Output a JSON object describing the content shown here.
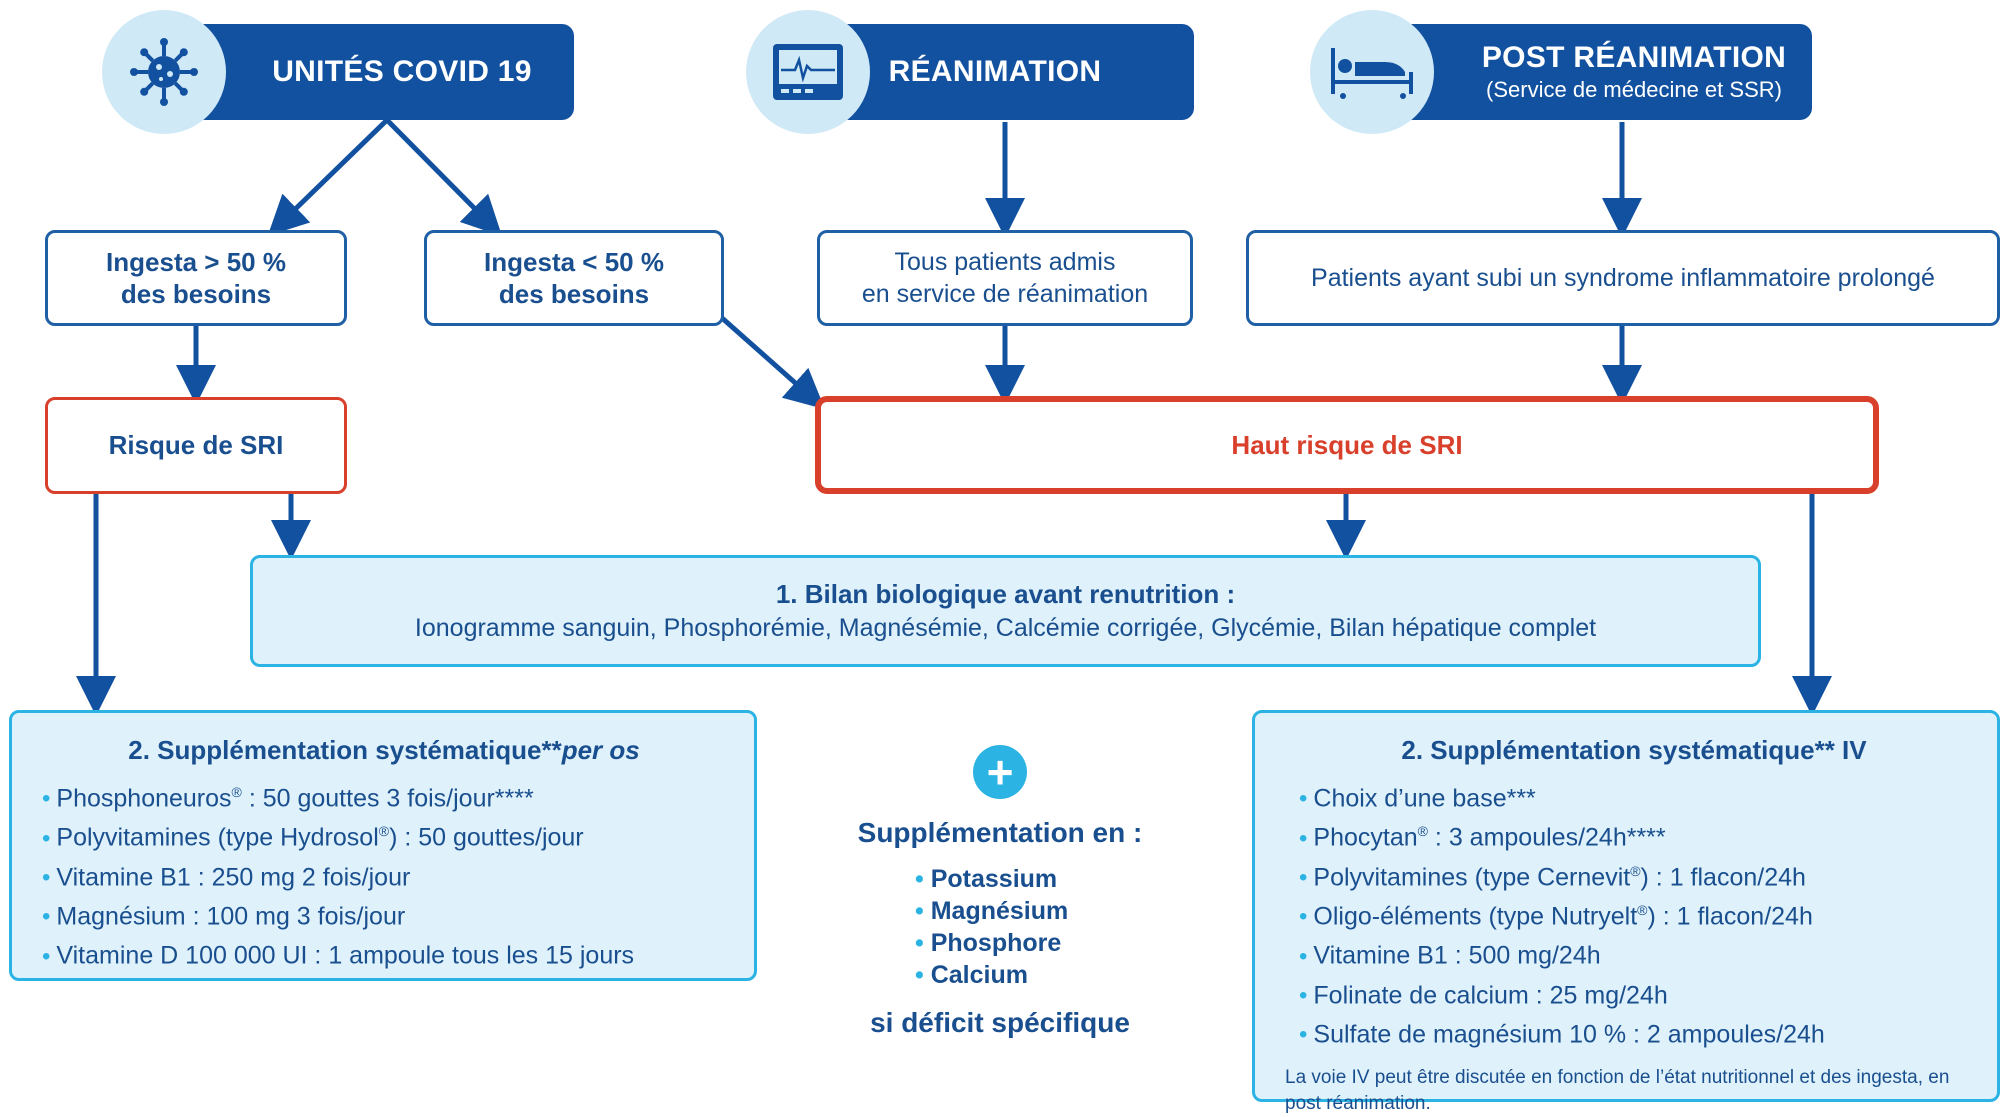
{
  "headers": {
    "covid": {
      "title": "UNITÉS COVID 19"
    },
    "rea": {
      "title": "RÉANIMATION"
    },
    "post": {
      "title": "POST RÉANIMATION",
      "subtitle": "(Service de médecine et SSR)"
    }
  },
  "boxes": {
    "ingesta_gt_l1": "Ingesta > 50 %",
    "ingesta_gt_l2": "des besoins",
    "ingesta_lt_l1": "Ingesta < 50 %",
    "ingesta_lt_l2": "des besoins",
    "rea_l1": "Tous patients admis",
    "rea_l2": "en service de réanimation",
    "post": "Patients ayant subi un syndrome inflammatoire prolongé"
  },
  "risk": {
    "risque": "Risque de SRI",
    "haut": "Haut risque de SRI"
  },
  "bilan": {
    "title": "1. Bilan biologique avant renutrition :",
    "text": "Ionogramme sanguin, Phosphorémie, Magnésémie, Calcémie corrigée, Glycémie, Bilan hépatique complet"
  },
  "left_panel": {
    "title": "2. Supplémentation systématique**",
    "title_em": "per os",
    "items": [
      {
        "pre": "Phosphoneuros",
        "reg": "®",
        "post": " : 50 gouttes 3 fois/jour****"
      },
      {
        "pre": "Polyvitamines (type Hydrosol",
        "reg": "®",
        "post": ") : 50 gouttes/jour"
      },
      {
        "pre": "Vitamine B1 : 250 mg 2 fois/jour",
        "reg": "",
        "post": ""
      },
      {
        "pre": "Magnésium : 100 mg 3 fois/jour",
        "reg": "",
        "post": ""
      },
      {
        "pre": "Vitamine D 100 000 UI : 1 ampoule tous les 15 jours",
        "reg": "",
        "post": ""
      }
    ]
  },
  "center": {
    "plus": "+",
    "title": "Supplémentation en :",
    "items": [
      "Potassium",
      "Magnésium",
      "Phosphore",
      "Calcium"
    ],
    "footer": "si déficit spécifique"
  },
  "right_panel": {
    "title": "2. Supplémentation systématique** IV",
    "items": [
      {
        "pre": "Choix d’une base***",
        "reg": "",
        "post": ""
      },
      {
        "pre": "Phocytan",
        "reg": "®",
        "post": " : 3 ampoules/24h****"
      },
      {
        "pre": "Polyvitamines (type Cernevit",
        "reg": "®",
        "post": ") : 1 flacon/24h"
      },
      {
        "pre": "Oligo-éléments (type Nutryelt",
        "reg": "®",
        "post": ") : 1 flacon/24h"
      },
      {
        "pre": "Vitamine B1 : 500 mg/24h",
        "reg": "",
        "post": ""
      },
      {
        "pre": "Folinate de calcium : 25 mg/24h",
        "reg": "",
        "post": ""
      },
      {
        "pre": "Sulfate de magnésium 10 % : 2 ampoules/24h",
        "reg": "",
        "post": ""
      }
    ],
    "note": "La voie IV peut être discutée en fonction de l’état nutritionnel et des ingesta, en post réanimation."
  },
  "colors": {
    "navy": "#1251a0",
    "text": "#1a4f8f",
    "red": "#d9402b",
    "cyan": "#2bb3e4",
    "light": "#dff1fa",
    "icon_bg": "#cfe9f7"
  },
  "icons": [
    "virus-icon",
    "monitor-icon",
    "hospital-bed-icon",
    "plus-icon"
  ]
}
